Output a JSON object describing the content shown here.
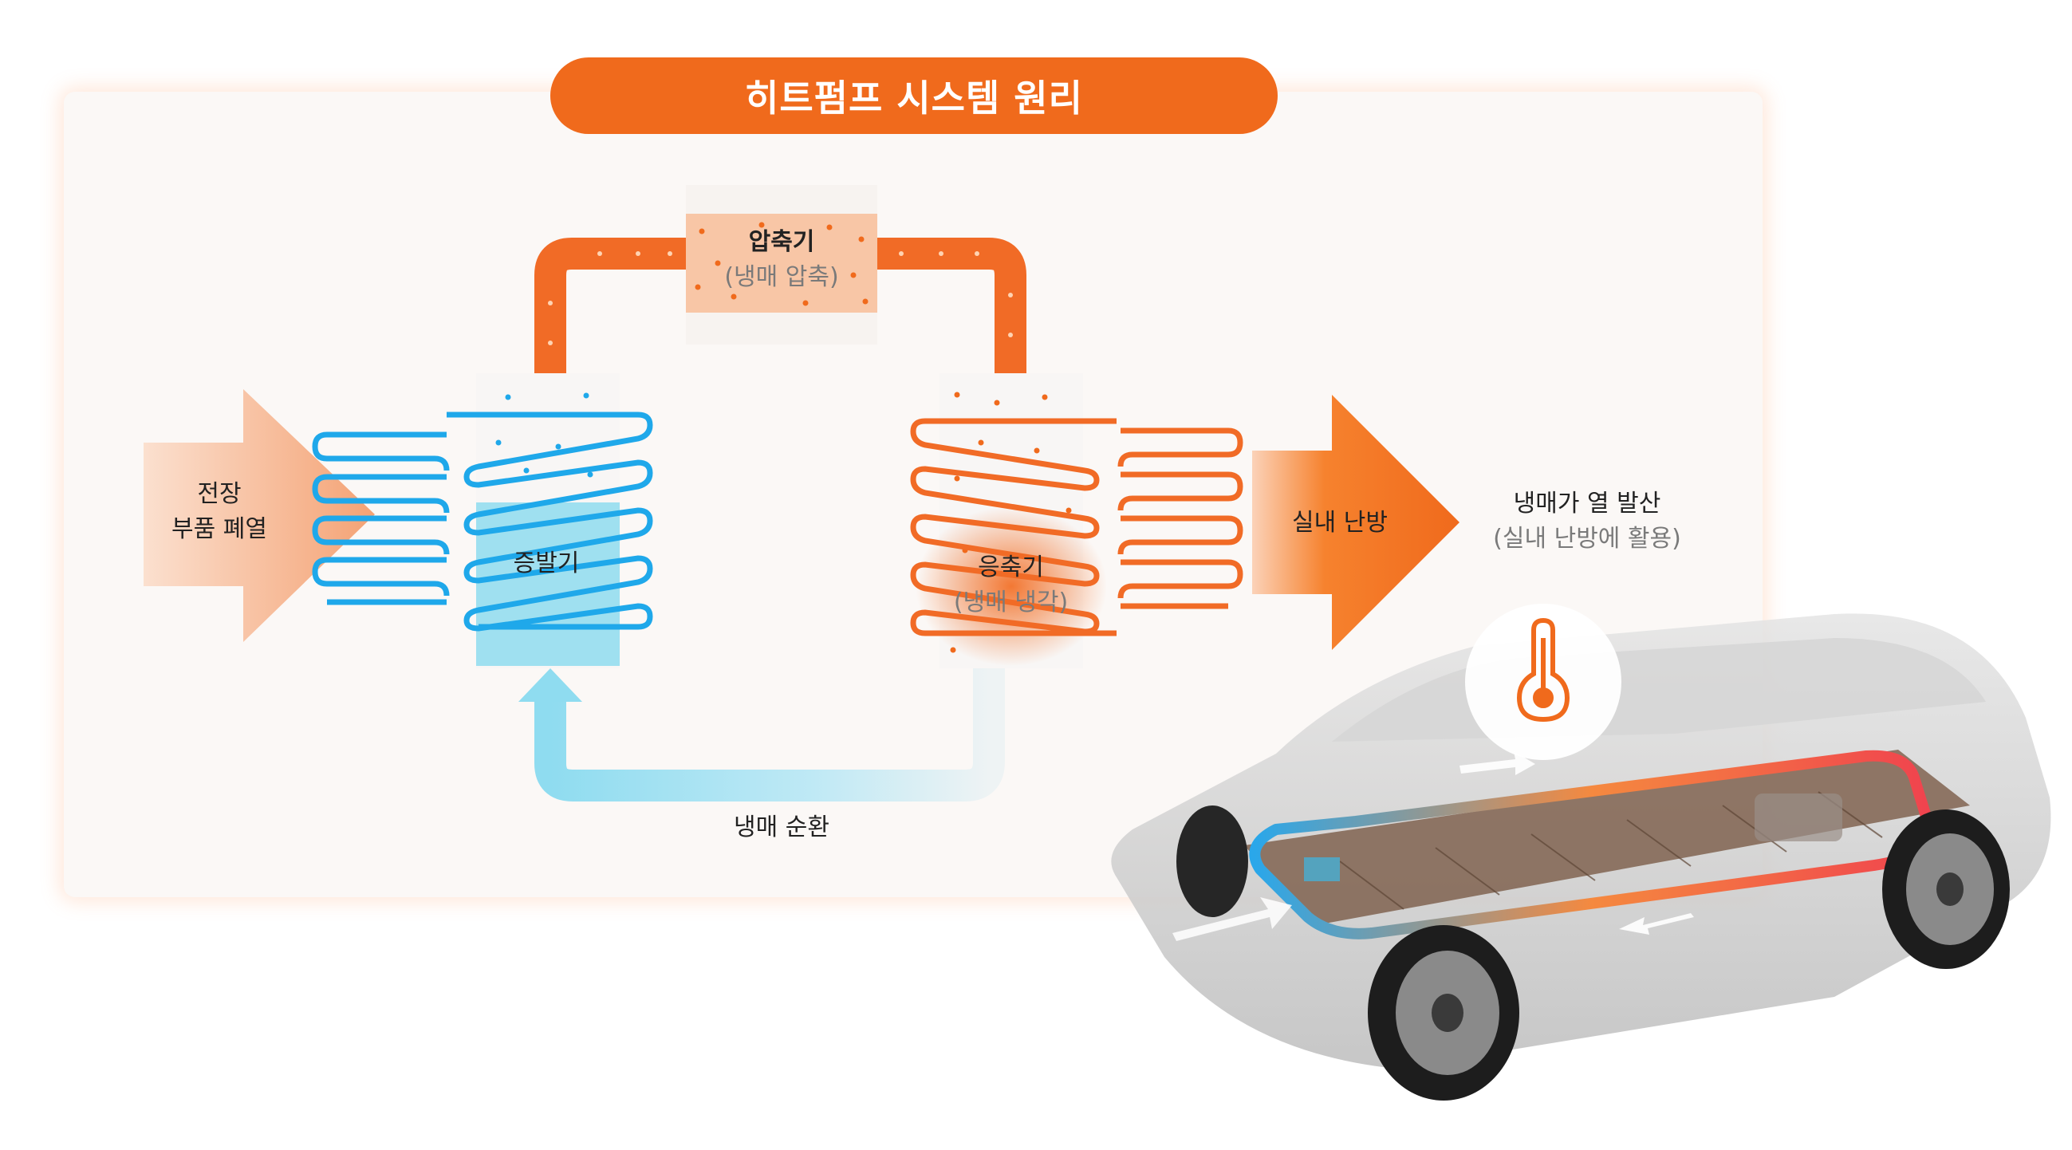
{
  "title": "히트펌프 시스템 원리",
  "compressor": {
    "name": "압축기",
    "desc": "(냉매 압축)"
  },
  "evaporator": {
    "name": "증발기"
  },
  "condenser": {
    "name": "응축기",
    "desc": "(냉매 냉각)"
  },
  "input_heat": {
    "line1": "전장",
    "line2": "부품 폐열"
  },
  "output_heat": {
    "label": "실내 난방"
  },
  "circulation": {
    "label": "냉매 순환"
  },
  "heat_release": {
    "title": "냉매가 열 발산",
    "desc": "(실내 난방에 활용)"
  },
  "colors": {
    "accent_orange": "#f06a1c",
    "cold_blue": "#1fa8ea",
    "light_blue": "#8fdcf0",
    "peach": "#f4a274"
  },
  "icons": [
    "thermometer-icon",
    "car-chassis-illustration"
  ]
}
